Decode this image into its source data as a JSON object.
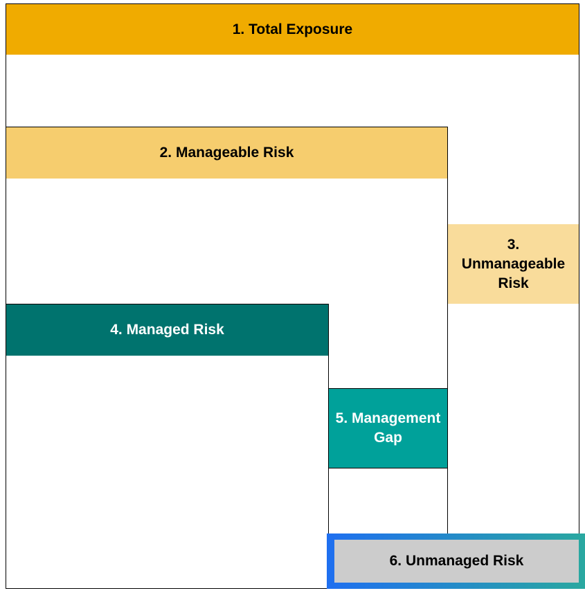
{
  "diagram": {
    "total_exposure": {
      "label": "1. Total Exposure",
      "color": "#f0ab00"
    },
    "manageable_risk": {
      "label": "2. Manageable Risk",
      "color": "#f6cd6e"
    },
    "unmanageable_risk": {
      "label": "3. Unmanageable Risk",
      "color": "#f9dc9b"
    },
    "managed_risk": {
      "label": "4. Managed Risk",
      "color": "#00736e"
    },
    "management_gap": {
      "label": "5. Management Gap",
      "color": "#00a19a"
    },
    "unmanaged_risk": {
      "label": "6. Unmanaged Risk",
      "color": "#cccccc",
      "border_gradient": [
        "#1f6ff0",
        "#2aa8a0"
      ]
    }
  }
}
